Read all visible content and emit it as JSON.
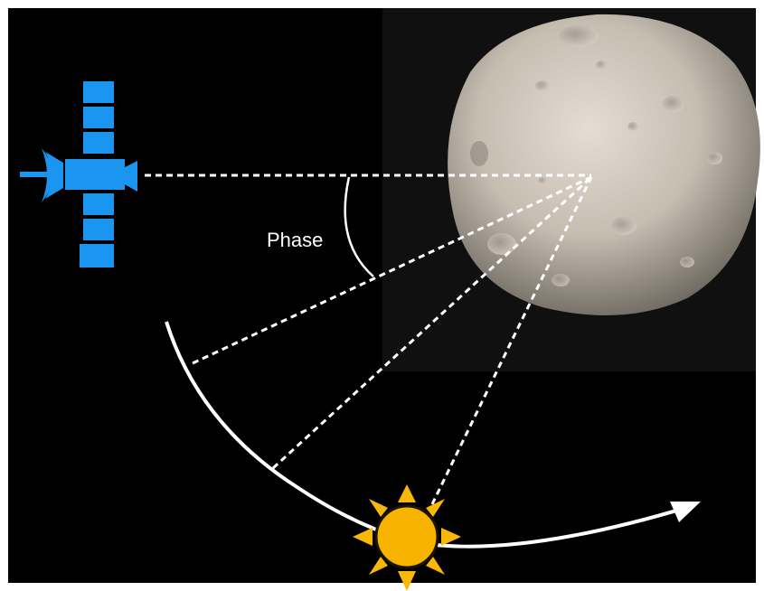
{
  "diagram": {
    "phase_label": "Phase",
    "elements": [
      "spacecraft-icon",
      "moon-icon",
      "sun-icon",
      "spacecraft-path-arrow",
      "phase-angle-arc",
      "sightline"
    ]
  },
  "colors": {
    "background": "#000000",
    "moon_panel": "#111111",
    "spacecraft": "#1a96f0",
    "sun_fill": "#f6b400",
    "sun_rays": "#f8b80a",
    "lines": "#ffffff",
    "moon_base": "#c9c1b6"
  }
}
